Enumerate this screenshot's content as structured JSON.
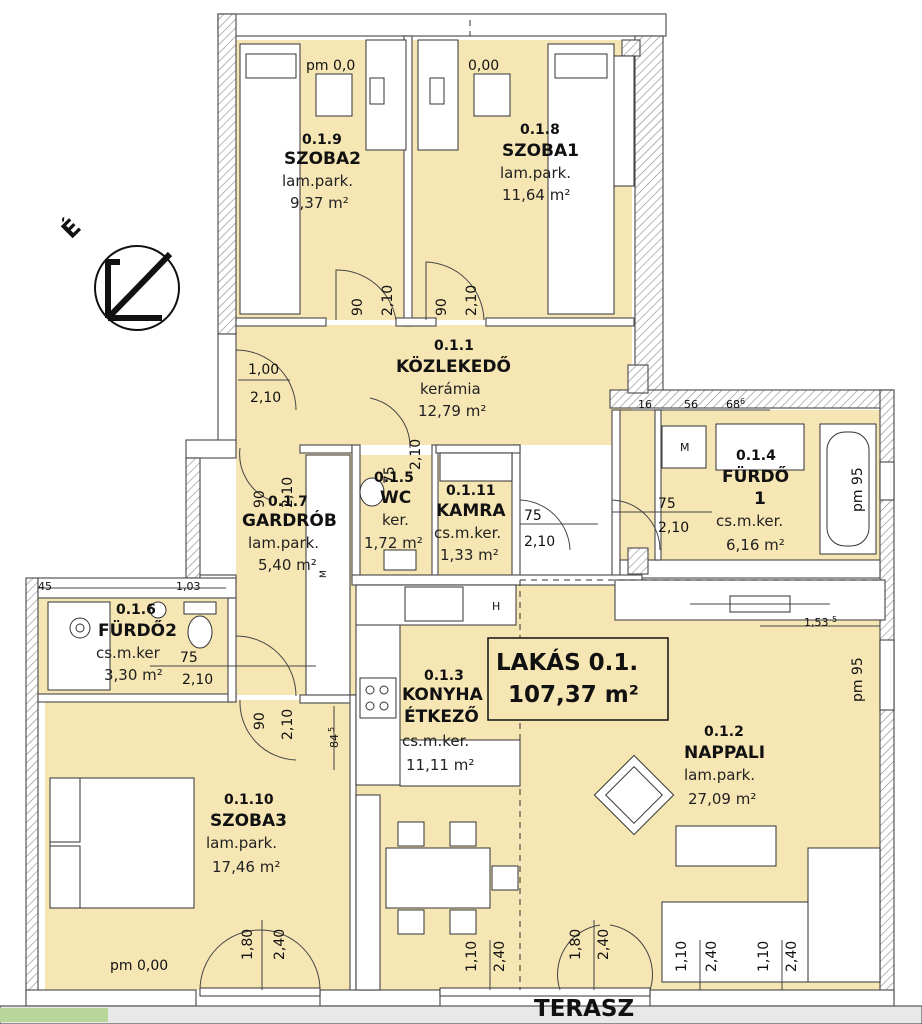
{
  "apartment": {
    "title": "LAKÁS 0.1.",
    "area": "107,37 m²"
  },
  "north_label": "É",
  "terrace": "TERASZ",
  "rooms": [
    {
      "id": "0.1.9",
      "name": "SZOBA2",
      "finish": "lam.park.",
      "area": "9,37 m²"
    },
    {
      "id": "0.1.8",
      "name": "SZOBA1",
      "finish": "lam.park.",
      "area": "11,64 m²"
    },
    {
      "id": "0.1.1",
      "name": "KÖZLEKEDŐ",
      "finish": "kerámia",
      "area": "12,79 m²"
    },
    {
      "id": "0.1.7",
      "name": "GARDRÓB",
      "finish": "lam.park.",
      "area": "5,40 m²"
    },
    {
      "id": "0.1.5",
      "name": "WC",
      "finish": "ker.",
      "area": "1,72 m²"
    },
    {
      "id": "0.1.11",
      "name": "KAMRA",
      "finish": "cs.m.ker.",
      "area": "1,33 m²"
    },
    {
      "id": "0.1.4",
      "name": "FÜRDŐ",
      "name2": "1",
      "finish": "cs.m.ker.",
      "area": "6,16 m²"
    },
    {
      "id": "0.1.6",
      "name": "FÜRDŐ2",
      "finish": "cs.m.ker",
      "area": "3,30 m²"
    },
    {
      "id": "0.1.3",
      "name": "KONYHA",
      "name2": "ÉTKEZŐ",
      "finish": "cs.m.ker.",
      "area": "11,11 m²"
    },
    {
      "id": "0.1.2",
      "name": "NAPPALI",
      "finish": "lam.park.",
      "area": "27,09 m²"
    },
    {
      "id": "0.1.10",
      "name": "SZOBA3",
      "finish": "lam.park.",
      "area": "17,46 m²"
    }
  ],
  "dims": {
    "pm_top_left": "pm 0,0",
    "pm_top_right": "0,00",
    "pm_bottom": "pm 0,00",
    "pm95_a": "pm 95",
    "pm95_b": "pm 95",
    "d90": "90",
    "d210": "2,10",
    "d100": "1,00",
    "d75": "75",
    "d180": "1,80",
    "d240": "2,40",
    "d110": "1,10",
    "d16": "16",
    "d56": "56",
    "d68": "68",
    "d68sup": "6",
    "d45": "45",
    "d103": "1,03",
    "d153": "1,53",
    "d153sup": "5",
    "d84": "84",
    "d84sup": "5",
    "h_label": "H",
    "m_label": "M",
    "m_label2": "M"
  }
}
